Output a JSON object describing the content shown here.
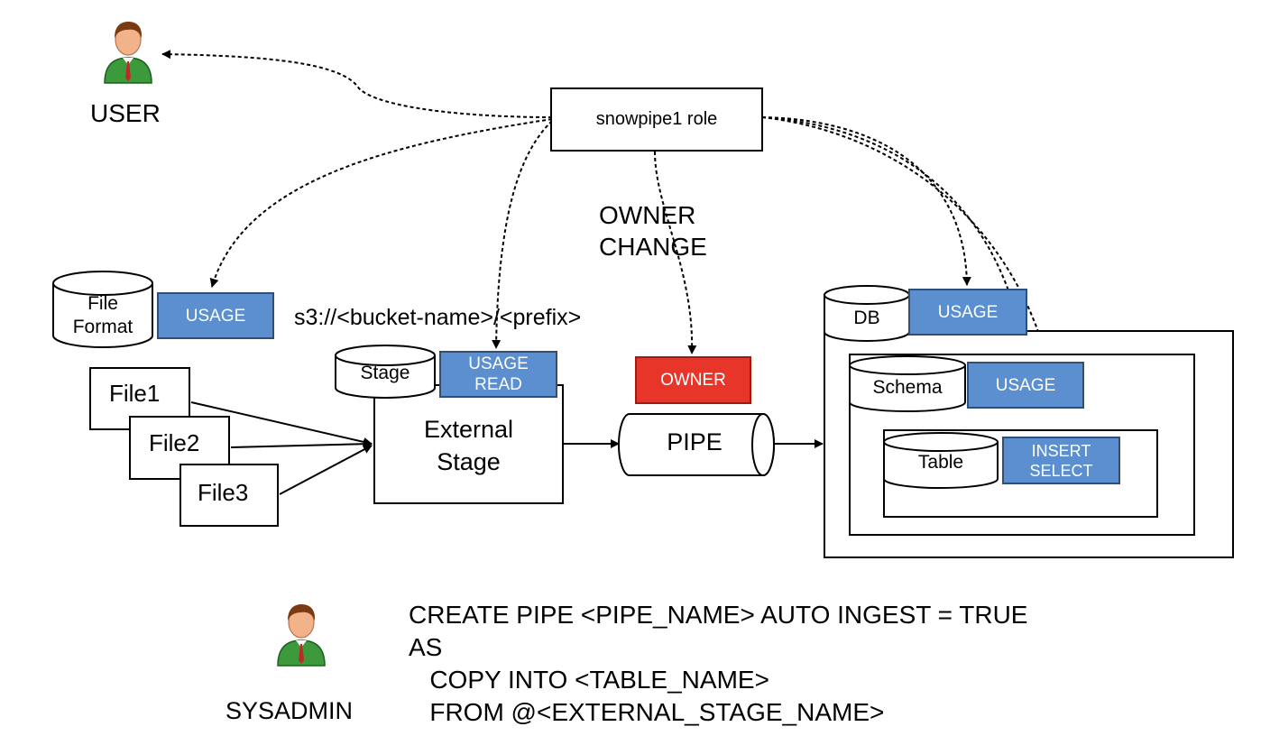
{
  "actors": {
    "user": "USER",
    "sysadmin": "SYSADMIN"
  },
  "role": "snowpipe1 role",
  "owner_change": "OWNER\n CHANGE",
  "s3_path": "s3://<bucket-name>/<prefix>",
  "file_format": {
    "label": "File\nFormat",
    "privilege": "USAGE"
  },
  "files": [
    "File1",
    "File2",
    "File3"
  ],
  "stage": {
    "label": "Stage",
    "privilege": "USAGE\nREAD",
    "external": "External\nStage"
  },
  "pipe": {
    "label": "PIPE",
    "privilege": "OWNER"
  },
  "db": {
    "label": "DB",
    "privilege": "USAGE"
  },
  "schema": {
    "label": "Schema",
    "privilege": "USAGE"
  },
  "table": {
    "label": "Table",
    "privilege": "INSERT\nSELECT"
  },
  "sql": [
    "CREATE PIPE <PIPE_NAME> AUTO INGEST = TRUE",
    "AS",
    "   COPY INTO <TABLE_NAME>",
    "   FROM @<EXTERNAL_STAGE_NAME>"
  ],
  "colors": {
    "privilege_blue": "#5b8fd0",
    "owner_red": "#e8352a"
  }
}
